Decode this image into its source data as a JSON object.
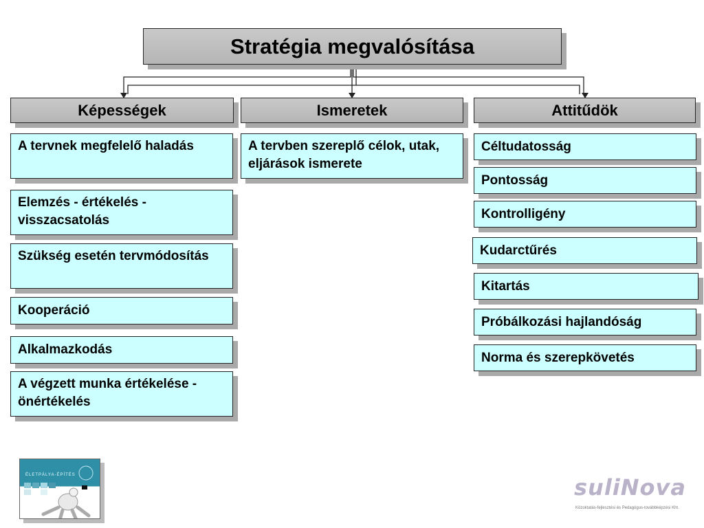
{
  "title": "Stratégia megvalósítása",
  "columns": [
    {
      "heading": "Képességek",
      "items": [
        "A tervnek megfelelő haladás",
        "Elemzés - értékelés - visszacsatolás",
        "Szükség esetén tervmódosítás",
        "Kooperáció",
        "Alkalmazkodás",
        "A végzett munka értékelése - önértékelés"
      ]
    },
    {
      "heading": "Ismeretek",
      "items": [
        "A tervben szereplő célok, utak, eljárások ismerete"
      ]
    },
    {
      "heading": "Attitűdök",
      "items": [
        "Céltudatosság",
        "Pontosság",
        "Kontrolligény",
        "Kudarctűrés",
        "Kitartás",
        "Próbálkozási hajlandóság",
        "Norma és szerepkövetés"
      ]
    }
  ],
  "footer": {
    "thumbnail_title": "ÉLETPÁLYA-ÉPÍTÉS",
    "logo_name": "suliNova",
    "logo_tagline": "Közoktatás-fejlesztési és Pedagógus-továbbképzési Kht."
  },
  "colors": {
    "header_fill": "#c0c0c0",
    "item_fill": "#ccffff",
    "shadow": "#a9a9a9"
  }
}
